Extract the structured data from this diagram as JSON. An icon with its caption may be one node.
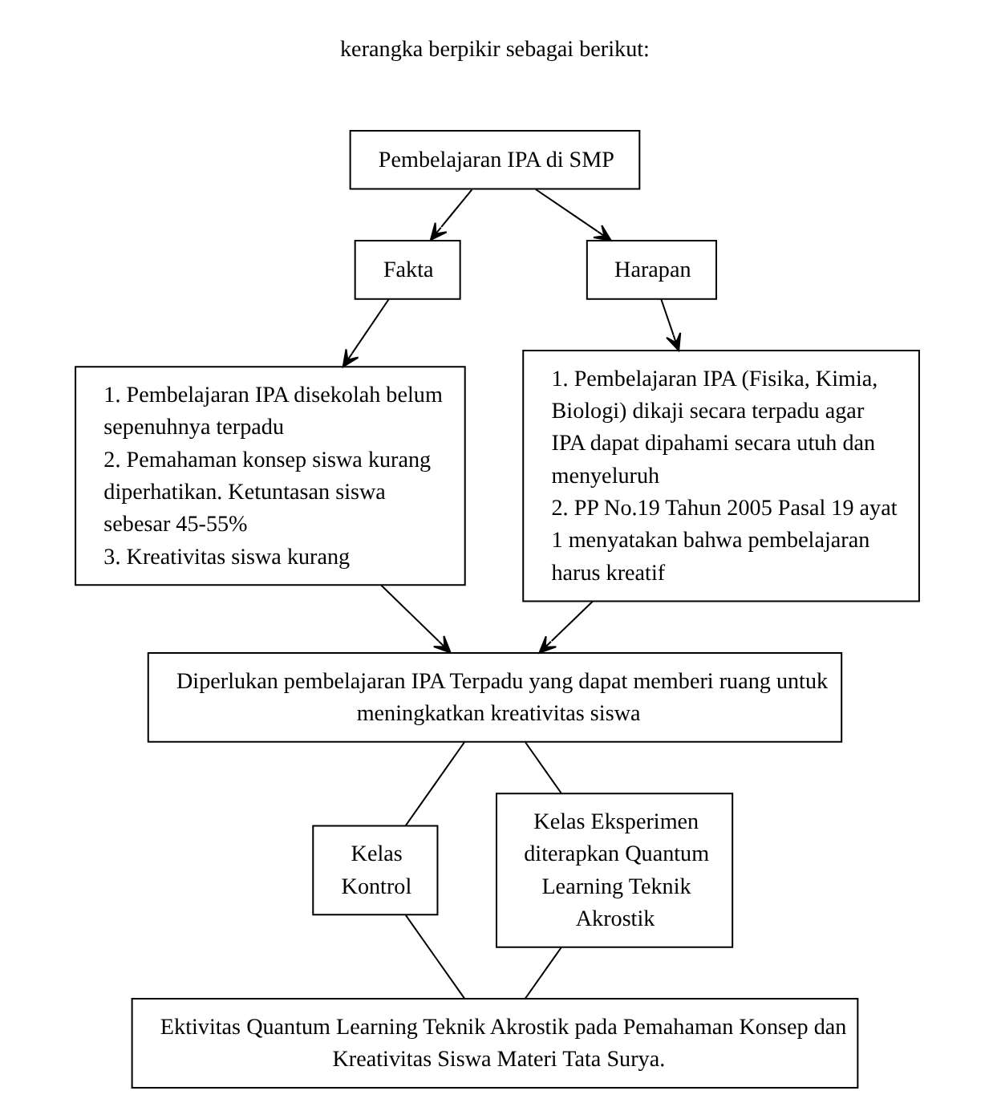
{
  "diagram": {
    "nodes": [
      {
        "text": [
          "Pembelajaran IPA di SMP"
        ]
      },
      {
        "text": [
          "Fakta"
        ]
      },
      {
        "text": [
          "Harapan"
        ]
      },
      {
        "text": [
          "1. Pembelajaran IPA disekolah belum sepenuhnya terpadu",
          "2. Pemahaman konsep siswa kurang diperhatikan. Ketuntasan siswa sebesar 45-55%",
          "3. Kreativitas siswa kurang"
        ]
      },
      {
        "text": [
          "1. Pembelajaran IPA (Fisika, Kimia, Biologi) dikaji secara terpadu agar IPA dapat dipahami secara utuh dan menyeluruh",
          "2. PP No.19 Tahun 2005 Pasal 19 ayat 1 menyatakan bahwa pembelajaran harus kreatif"
        ]
      },
      {
        "text": [
          "Diperlukan pembelajaran IPA Terpadu yang dapat memberi ruang untuk meningkatkan kreativitas siswa"
        ]
      },
      {
        "text": [
          "Kelas Kontrol"
        ]
      },
      {
        "text": [
          "Kelas Eksperimen diterapkan Quantum Learning Teknik Akrostik"
        ]
      },
      {
        "text": [
          "Ektivitas Quantum Learning Teknik Akrostik pada Pemahaman Konsep dan Kreativitas Siswa Materi Tata Surya."
        ]
      }
    ],
    "edges": [
      {
        "from": 0,
        "to": 1,
        "arrow": "to"
      },
      {
        "from": 0,
        "to": 2,
        "arrow": "to"
      },
      {
        "from": 1,
        "to": 3,
        "arrow": "to"
      },
      {
        "from": 2,
        "to": 4,
        "arrow": "to"
      },
      {
        "from": 3,
        "to": 5,
        "arrow": "to"
      },
      {
        "from": 4,
        "to": 5,
        "arrow": "to"
      },
      {
        "from": 5,
        "to": 6,
        "arrow": "none"
      },
      {
        "from": 5,
        "to": 7,
        "arrow": "none"
      },
      {
        "from": 6,
        "to": 8,
        "arrow": "none"
      },
      {
        "from": 7,
        "to": 8,
        "arrow": "none"
      }
    ],
    "labels": [
      "kerangka berpikir sebagai berikut:"
    ]
  }
}
